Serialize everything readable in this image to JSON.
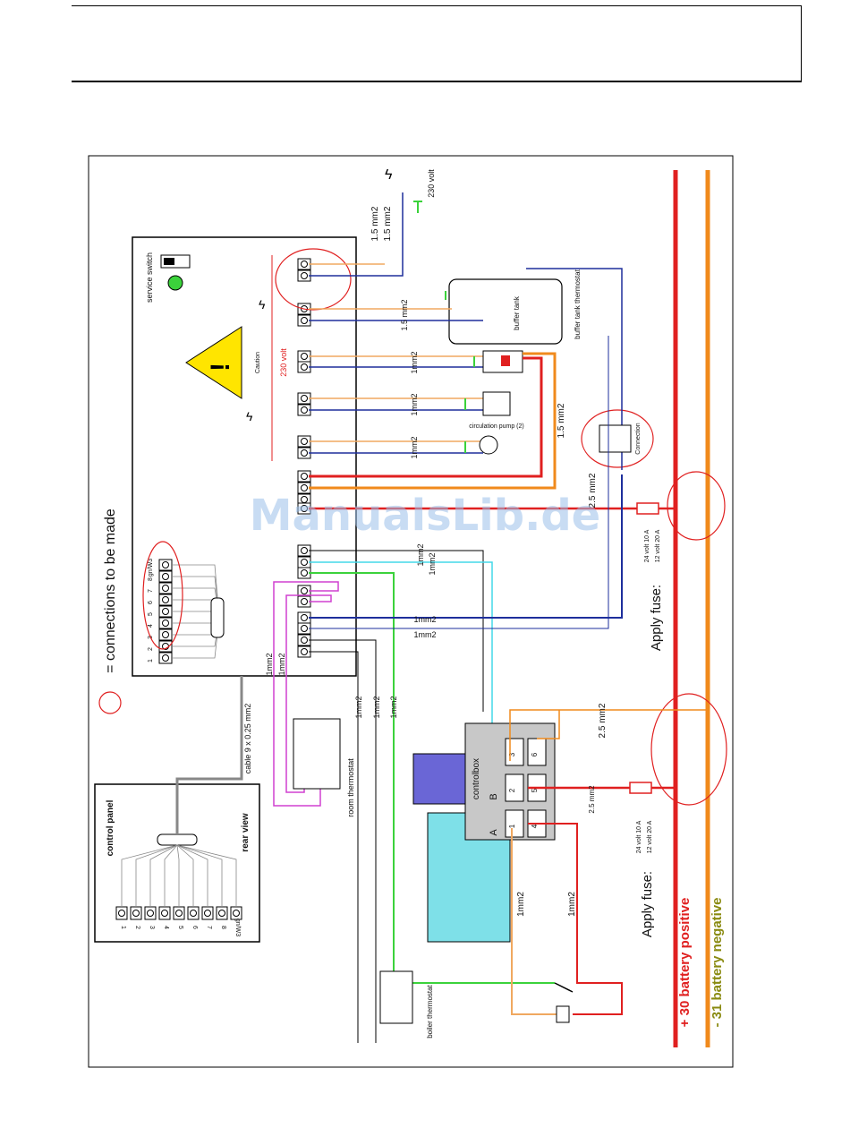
{
  "labels": {
    "legend": "= connections to be made",
    "control_panel": "control panel",
    "rear_view": "rear view",
    "cp_terminals": [
      "1",
      "2",
      "3",
      "4",
      "5",
      "6",
      "7",
      "8",
      "gn/W3"
    ],
    "cable": "cable 9 x 0.25 mm2",
    "service_switch": "service switch",
    "caution": "Caution",
    "volt230": "230 volt",
    "volt230_top": "230 volt",
    "mm15_a": "1.5 mm2",
    "mm15_b": "1.5 mm2",
    "mm1": "1mm2",
    "mm15": "1.5 mm2",
    "mm25": "2.5 mm2",
    "buffer_tank": "buffer tank",
    "buffer_tank_thermostat": "buffer tank thermostat",
    "circulation_pump": "circulation pump (2)",
    "connection": "Connection",
    "apply_fuse": "Apply fuse:",
    "fuse_24": "24 volt 10 A",
    "fuse_12": "12 volt 20 A",
    "controlbox": "controlbox",
    "room_thermostat": "room thermostat",
    "boiler_thermostat": "boiler thermostat",
    "battery_positive": "+ 30 battery positive",
    "battery_negative": "- 31 battery negative",
    "term_A": "A",
    "term_B": "B",
    "cb_terms": [
      "1",
      "2",
      "3",
      "4",
      "5",
      "6"
    ]
  },
  "watermark": "ManualsLib.de",
  "colors": {
    "positive": "#e02020",
    "negative": "#f08a1c",
    "neutral": "#1e2f9c",
    "phase": "#f0a860",
    "green": "#3bd23b",
    "cyan": "#44d8e8",
    "magenta": "#d040d0",
    "circle": "#e02020"
  }
}
